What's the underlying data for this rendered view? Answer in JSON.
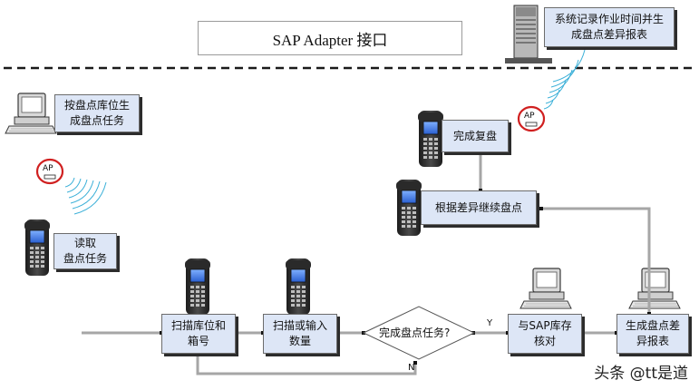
{
  "title": "SAP Adapter 接口",
  "server_label": "系统记录作业时间并生\n成盘点差异报表",
  "steps": {
    "generate_task": "按盘点库位生\n成盘点任务",
    "read_task": "读取\n盘点任务",
    "scan_location": "扫描库位和\n箱号",
    "scan_qty": "扫描或输入\n数量",
    "decision": "完成盘点任务?",
    "check_sap": "与SAP库存\n核对",
    "report": "生成盘点差\n异报表",
    "continue_count": "根据差异继续盘点",
    "recount_done": "完成复盘"
  },
  "ap_label": "AP",
  "branch_labels": {
    "yes": "Y",
    "no": "N"
  },
  "watermark": "头条 @tt是道",
  "icons": [
    "server-icon",
    "desktop-computer-icon",
    "handheld-scanner-icon",
    "wireless-access-point-icon"
  ]
}
